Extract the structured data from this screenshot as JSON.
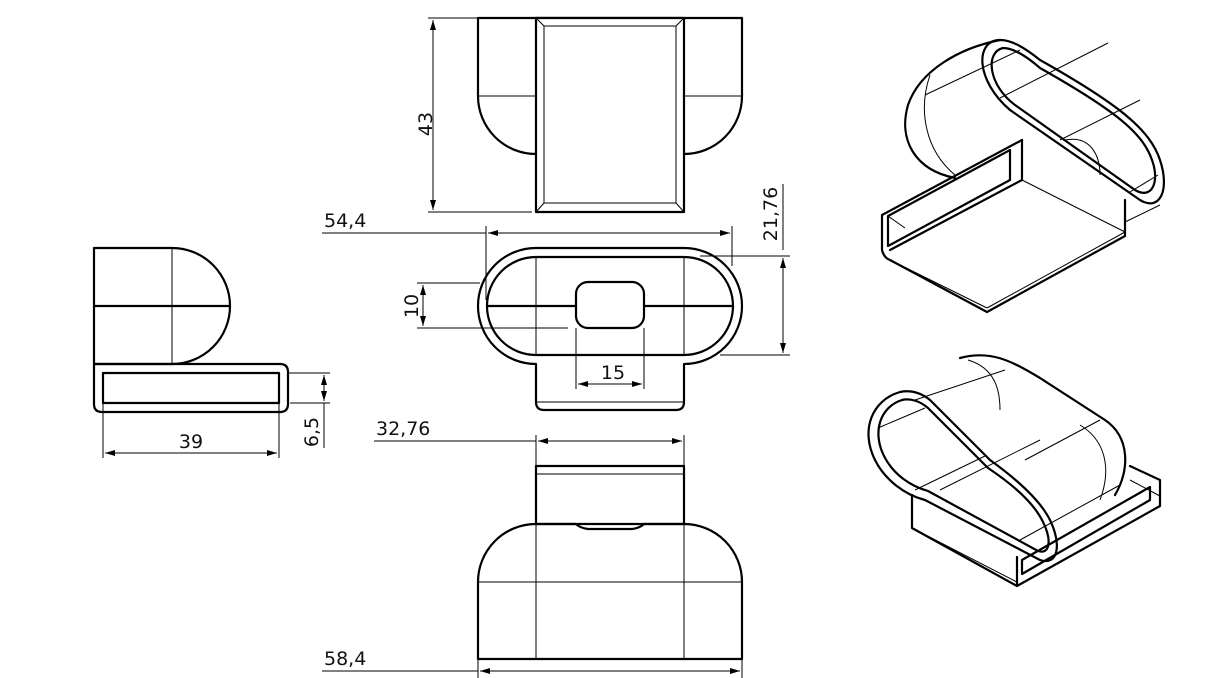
{
  "drawing": {
    "type": "orthographic technical drawing with isometric views",
    "stroke_color": "#000000",
    "background": "#ffffff"
  },
  "dimensions": {
    "height_top_view": "43",
    "width_front_outer": "54,4",
    "height_front": "21,76",
    "slot_height": "10",
    "slot_width": "15",
    "side_length": "39",
    "side_thickness": "6,5",
    "bottom_neck_width": "32,76",
    "bottom_total_width": "58,4"
  },
  "views": [
    {
      "name": "top-view"
    },
    {
      "name": "front-view"
    },
    {
      "name": "side-view"
    },
    {
      "name": "bottom-view"
    },
    {
      "name": "isometric-view-1"
    },
    {
      "name": "isometric-view-2"
    }
  ]
}
